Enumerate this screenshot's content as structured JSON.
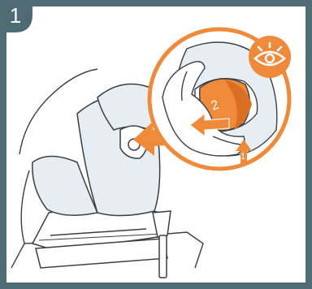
{
  "step": {
    "number": "1"
  },
  "callouts": {
    "arrow_1_label": "1",
    "arrow_2_label": "2"
  },
  "icons": {
    "badge_icon": "eye-icon"
  },
  "colors": {
    "frame": "#4e6a72",
    "accent": "#ef8a3b",
    "accent_dark": "#d96f22",
    "seat_fill": "#e6eef3",
    "line": "#3a3f44",
    "background": "#ffffff"
  }
}
